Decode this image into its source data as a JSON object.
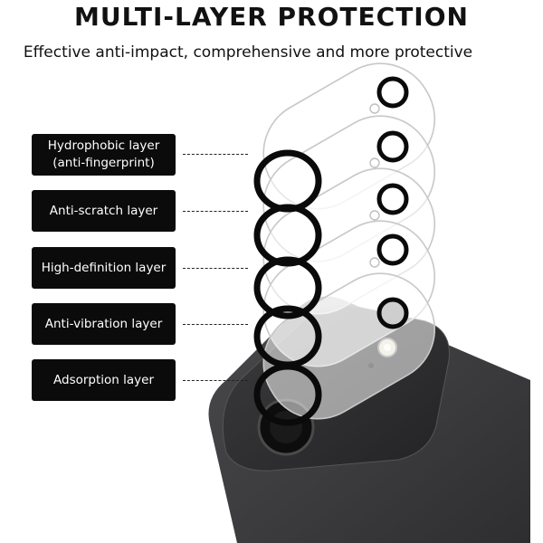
{
  "header": {
    "title": "MULTI-LAYER PROTECTION",
    "subtitle": "Effective anti-impact, comprehensive and more protective"
  },
  "layers": [
    {
      "line1": "Hydrophobic layer",
      "line2": "(anti-fingerprint)"
    },
    {
      "line1": "Anti-scratch layer",
      "line2": ""
    },
    {
      "line1": "High-definition layer",
      "line2": ""
    },
    {
      "line1": "Anti-vibration layer",
      "line2": ""
    },
    {
      "line1": "Adsorption layer",
      "line2": ""
    }
  ],
  "colors": {
    "label_bg": "#0b0b0b",
    "label_text": "#ffffff",
    "phone_body": "#3a3a3c",
    "camera_bump": "#2c2c2e"
  }
}
